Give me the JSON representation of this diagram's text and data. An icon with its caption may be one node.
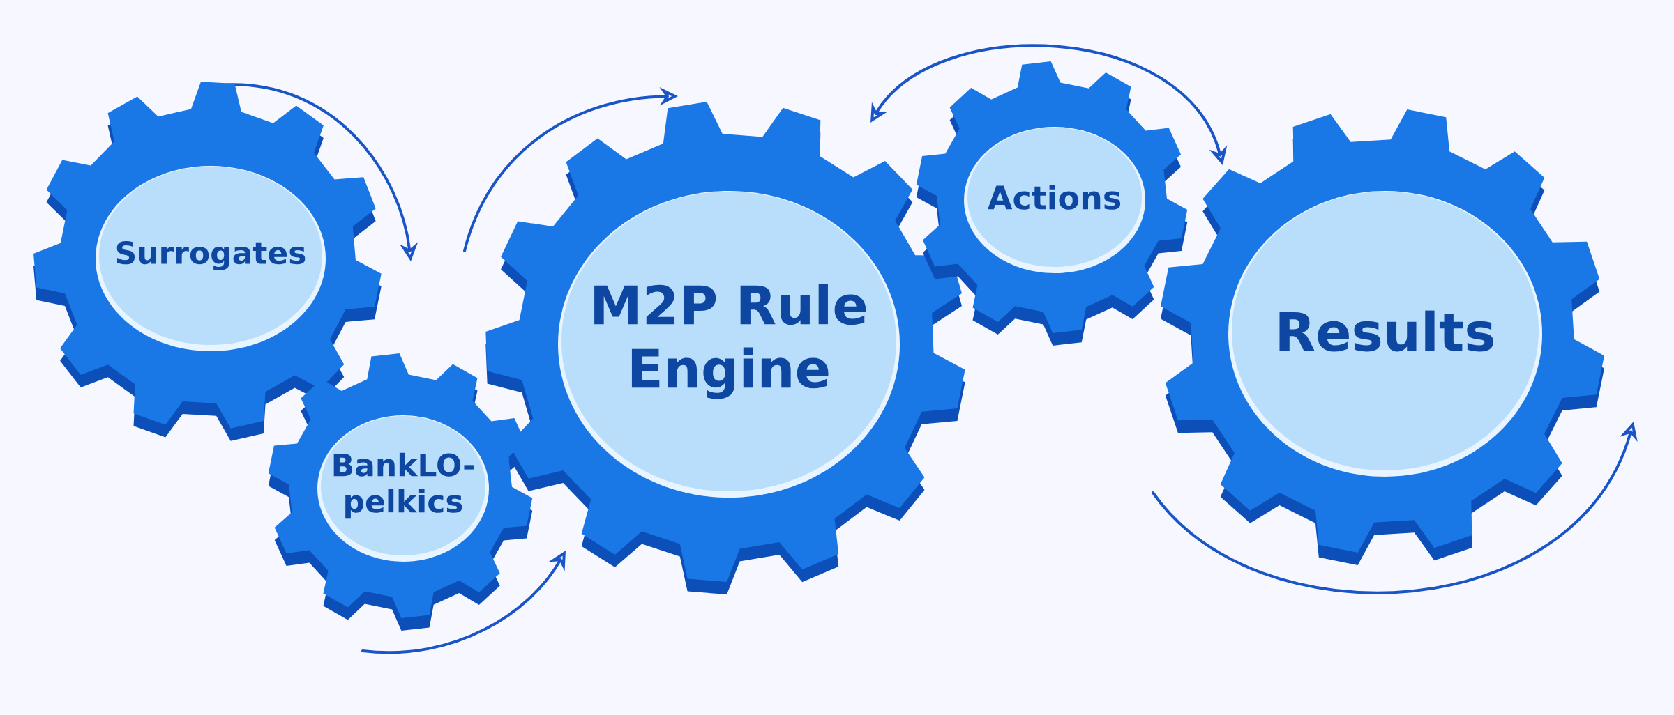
{
  "diagram": {
    "nodes": [
      {
        "text": [
          "Surrogates"
        ]
      },
      {
        "text": [
          "BankLO-pelkics"
        ]
      },
      {
        "text": [
          "M2P Rule Engine"
        ]
      },
      {
        "text": [
          "Actions"
        ]
      },
      {
        "text": [
          "Results"
        ]
      }
    ]
  }
}
